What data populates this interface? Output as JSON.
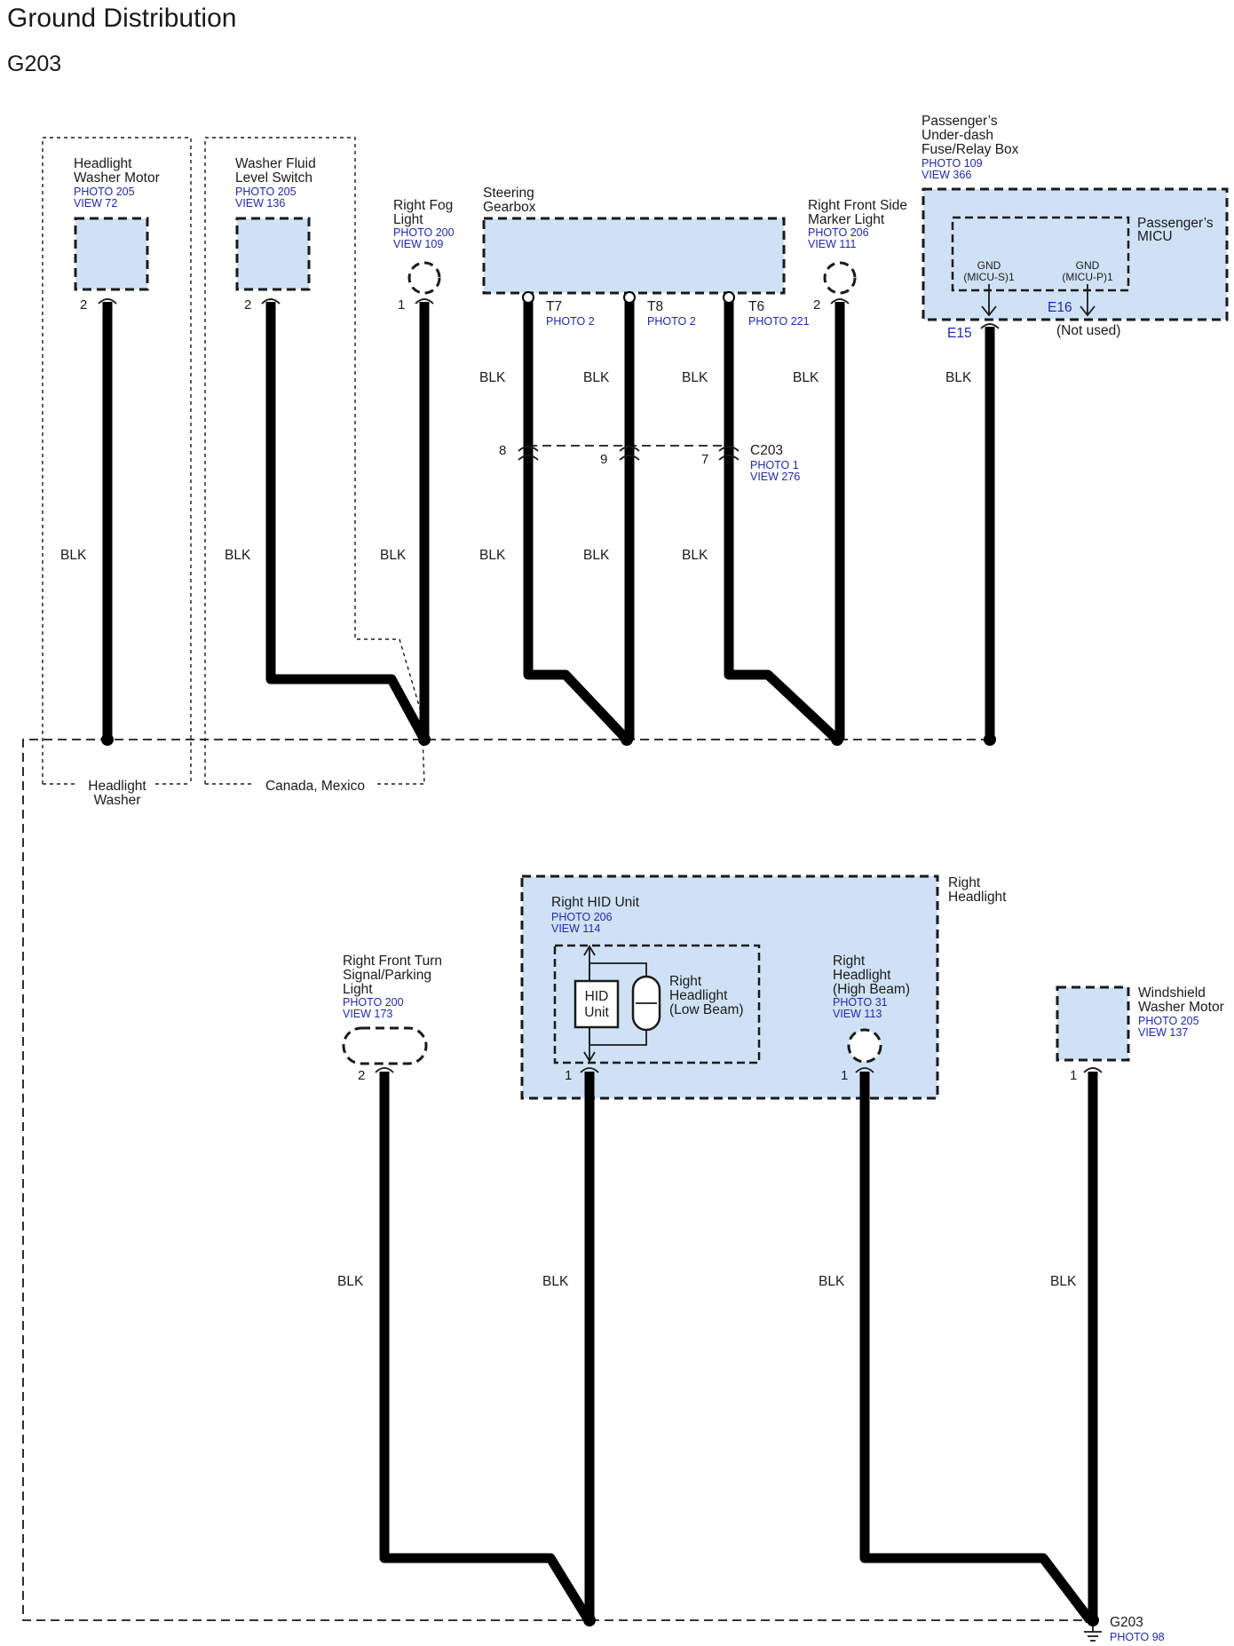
{
  "title": "Ground Distribution",
  "subtitle": "G203",
  "wire_color": "BLK",
  "option_groups": {
    "headlight_washer": [
      "Headlight",
      "Washer"
    ],
    "canada_mexico": "Canada, Mexico"
  },
  "components": {
    "headlight_washer_motor": {
      "name": [
        "Headlight",
        "Washer Motor"
      ],
      "refs": [
        "PHOTO 205",
        "VIEW 72"
      ],
      "pin": "2"
    },
    "washer_fluid_level_switch": {
      "name": [
        "Washer Fluid",
        "Level Switch"
      ],
      "refs": [
        "PHOTO 205",
        "VIEW 136"
      ],
      "pin": "2"
    },
    "right_fog_light": {
      "name": [
        "Right Fog",
        "Light"
      ],
      "refs": [
        "PHOTO 200",
        "VIEW 109"
      ],
      "pin": "1"
    },
    "steering_gearbox": {
      "name": [
        "Steering",
        "Gearbox"
      ],
      "terminals": [
        {
          "id": "T7",
          "ref": "PHOTO 2"
        },
        {
          "id": "T8",
          "ref": "PHOTO 2"
        },
        {
          "id": "T6",
          "ref": "PHOTO 221"
        }
      ]
    },
    "right_front_side_marker_light": {
      "name": [
        "Right Front Side",
        "Marker Light"
      ],
      "refs": [
        "PHOTO 206",
        "VIEW 111"
      ],
      "pin": "2"
    },
    "passenger_fuse_box": {
      "name": [
        "Passenger’s",
        "Under-dash",
        "Fuse/Relay Box"
      ],
      "refs": [
        "PHOTO 109",
        "VIEW 366"
      ],
      "micu": [
        "Passenger’s",
        "MICU"
      ],
      "gnd_s": [
        "GND",
        "(MICU-S)1"
      ],
      "gnd_p": [
        "GND",
        "(MICU-P)1"
      ],
      "e15": "E15",
      "e16": "E16",
      "not_used": "(Not used)"
    },
    "c203": {
      "id": "C203",
      "refs": [
        "PHOTO 1",
        "VIEW 276"
      ],
      "pins": [
        "8",
        "9",
        "7"
      ]
    },
    "right_headlight": {
      "name": [
        "Right",
        "Headlight"
      ]
    },
    "right_hid_unit": {
      "name": "Right HID Unit",
      "refs": [
        "PHOTO 206",
        "VIEW 114"
      ],
      "box": [
        "HID",
        "Unit"
      ],
      "lamp": [
        "Right",
        "Headlight",
        "(Low Beam)"
      ],
      "pin": "1"
    },
    "right_headlight_high": {
      "name": [
        "Right",
        "Headlight",
        "(High Beam)"
      ],
      "refs": [
        "PHOTO 31",
        "VIEW 113"
      ],
      "pin": "1"
    },
    "right_front_turn_signal": {
      "name": [
        "Right Front Turn",
        "Signal/Parking",
        "Light"
      ],
      "refs": [
        "PHOTO 200",
        "VIEW 173"
      ],
      "pin": "2"
    },
    "windshield_washer_motor": {
      "name": [
        "Windshield",
        "Washer Motor"
      ],
      "refs": [
        "PHOTO 205",
        "VIEW 137"
      ],
      "pin": "1"
    }
  },
  "ground": {
    "id": "G203",
    "ref": "PHOTO 98"
  }
}
